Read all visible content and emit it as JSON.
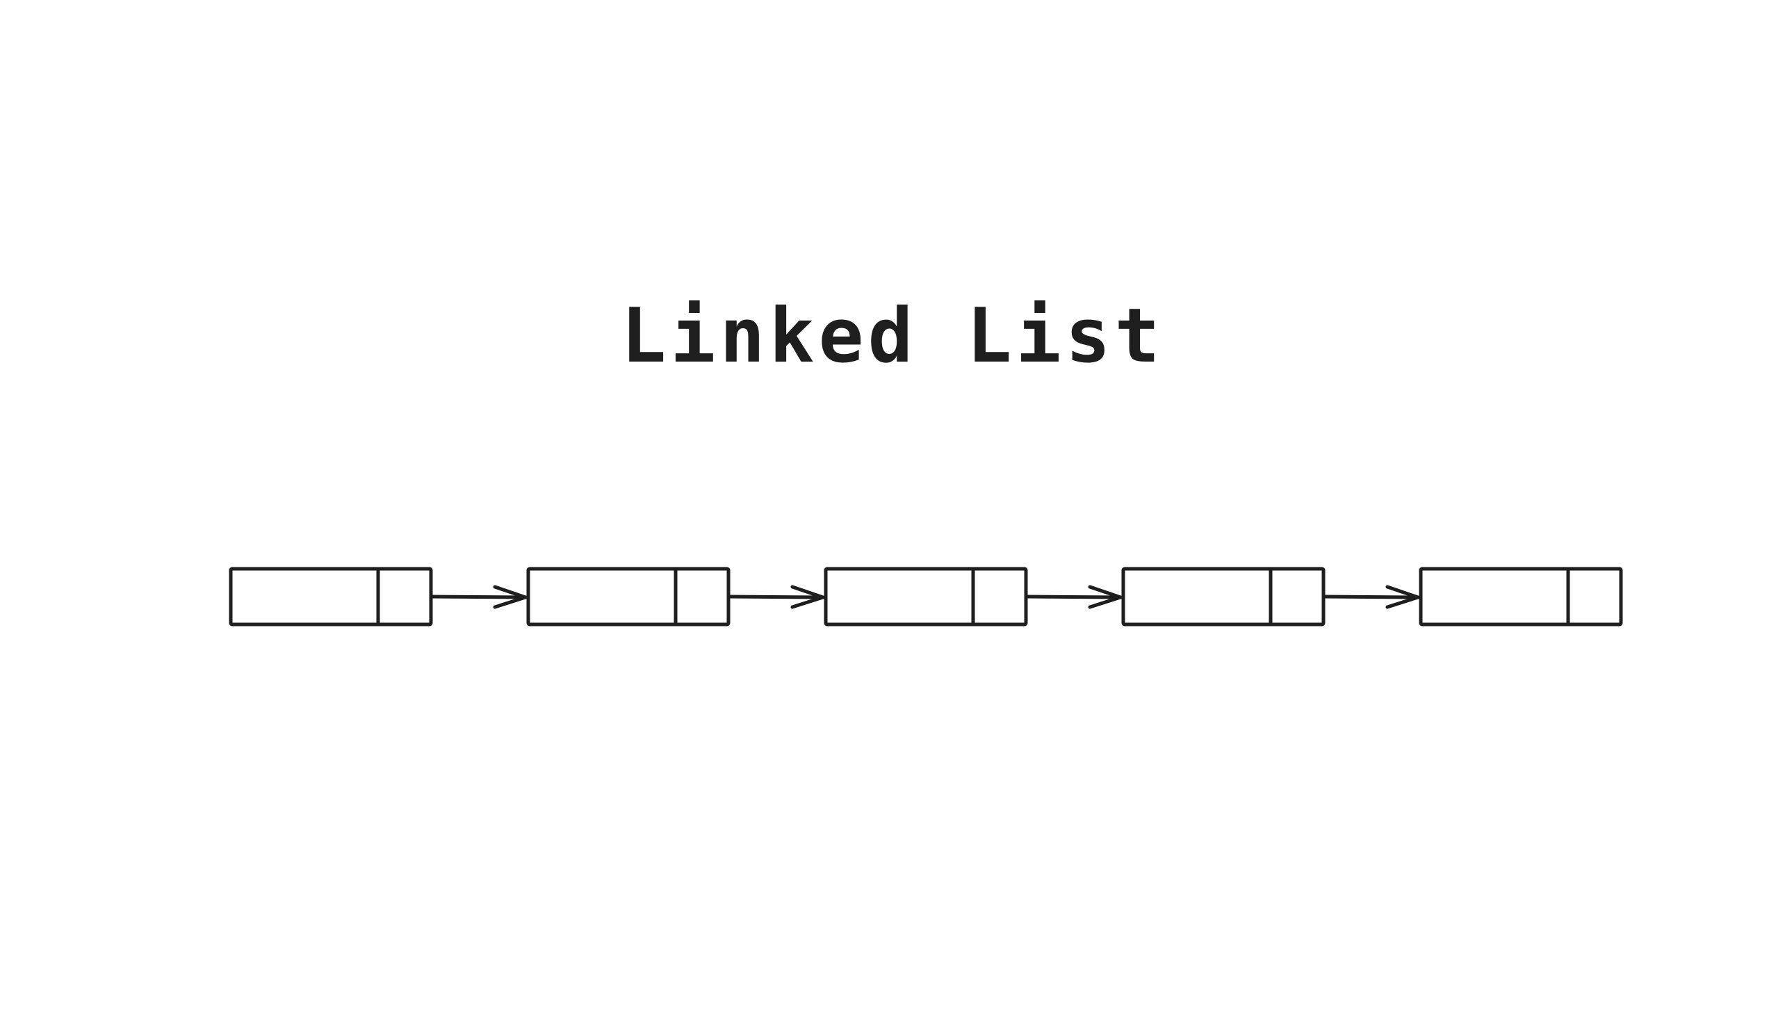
{
  "title": "Linked List",
  "diagram": {
    "node_count": 5,
    "stroke_color": "#1e1e1e",
    "fill_color": "#ffffff",
    "nodes": [
      {
        "name": "node-1",
        "next": "node-2"
      },
      {
        "name": "node-2",
        "next": "node-3"
      },
      {
        "name": "node-3",
        "next": "node-4"
      },
      {
        "name": "node-4",
        "next": "node-5"
      },
      {
        "name": "node-5",
        "next": null
      }
    ]
  }
}
